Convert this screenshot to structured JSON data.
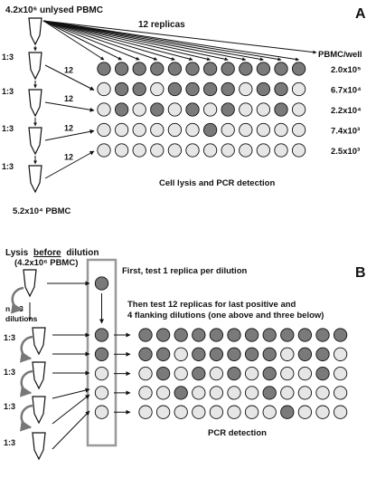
{
  "panelA": {
    "letter": "A",
    "top_label": "4.2x10⁶ unlysed PBMC",
    "replicas_label": "12 replicas",
    "per_well_header": "PBMC/well",
    "dilution_label": "1:3",
    "arrow_count_label": "12",
    "bottom_label": "5.2x10⁴ PBMC",
    "caption": "Cell lysis and PCR detection",
    "row_values": [
      "2.0x10⁵",
      "6.7x10⁴",
      "2.2x10⁴",
      "7.4x10³",
      "2.5x10³"
    ],
    "grid": [
      [
        1,
        1,
        1,
        1,
        1,
        1,
        1,
        1,
        1,
        1,
        1,
        1
      ],
      [
        0,
        1,
        1,
        0,
        1,
        1,
        1,
        1,
        0,
        1,
        1,
        0
      ],
      [
        0,
        1,
        0,
        1,
        0,
        1,
        0,
        1,
        0,
        0,
        1,
        0
      ],
      [
        0,
        0,
        0,
        0,
        0,
        0,
        1,
        0,
        0,
        0,
        0,
        0
      ],
      [
        0,
        0,
        0,
        0,
        0,
        0,
        0,
        0,
        0,
        0,
        0,
        0
      ]
    ]
  },
  "panelB": {
    "letter": "B",
    "top_label_part1": "Lysis",
    "top_label_underlined": "before",
    "top_label_part2": "dilution",
    "top_sub": "(4.2x10⁶ PBMC)",
    "n_dilutions_line1": "n  1:3",
    "n_dilutions_line2": "dilutions",
    "first_test_label": "First, test 1 replica per dilution",
    "then_label_line1": "Then test 12 replicas for last positive and",
    "then_label_line2": "4 flanking dilutions (one above and three below)",
    "dilution_label": "1:3",
    "caption": "PCR detection",
    "first_column": [
      1,
      1,
      1,
      0,
      0,
      0
    ],
    "grid": [
      [
        1,
        1,
        1,
        1,
        1,
        1,
        1,
        1,
        1,
        1,
        1,
        1
      ],
      [
        1,
        1,
        0,
        1,
        1,
        1,
        1,
        1,
        0,
        1,
        1,
        0
      ],
      [
        0,
        1,
        0,
        1,
        0,
        1,
        0,
        1,
        0,
        0,
        1,
        0
      ],
      [
        0,
        0,
        1,
        0,
        0,
        0,
        0,
        1,
        0,
        0,
        0,
        0
      ],
      [
        0,
        0,
        0,
        0,
        0,
        0,
        0,
        0,
        1,
        0,
        0,
        0
      ]
    ]
  },
  "colors": {
    "positive": "#7a7a7a",
    "negative": "#e6e6e6",
    "line": "#111111",
    "box": "#999999"
  }
}
